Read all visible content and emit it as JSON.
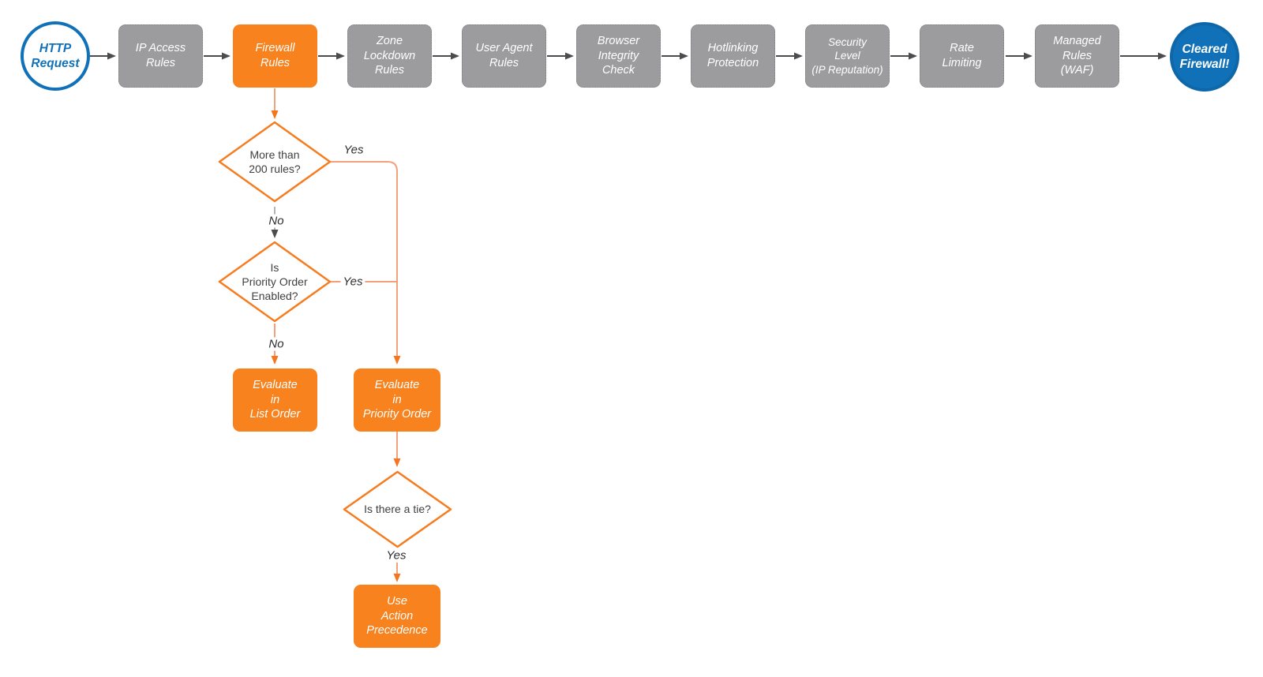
{
  "flow": {
    "start": {
      "label": "HTTP\nRequest",
      "shape": "circle"
    },
    "pipeline": [
      {
        "label": "IP Access\nRules",
        "highlighted": false
      },
      {
        "label": "Firewall\nRules",
        "highlighted": true
      },
      {
        "label": "Zone\nLockdown\nRules",
        "highlighted": false
      },
      {
        "label": "User Agent\nRules",
        "highlighted": false
      },
      {
        "label": "Browser\nIntegrity\nCheck",
        "highlighted": false
      },
      {
        "label": "Hotlinking\nProtection",
        "highlighted": false
      },
      {
        "label": "Security\nLevel\n(IP Reputation)",
        "highlighted": false
      },
      {
        "label": "Rate\nLimiting",
        "highlighted": false
      },
      {
        "label": "Managed\nRules\n(WAF)",
        "highlighted": false
      }
    ],
    "end": {
      "label": "Cleared\nFirewall!",
      "shape": "circle"
    },
    "decisions": [
      {
        "id": "more-than-200-rules",
        "label": "More than\n200 rules?",
        "yes_label": "Yes",
        "no_label": "No"
      },
      {
        "id": "priority-order-enabled",
        "label": "Is\nPriority Order\nEnabled?",
        "yes_label": "Yes",
        "no_label": "No"
      },
      {
        "id": "is-there-a-tie",
        "label": "Is there a tie?",
        "yes_label": "Yes"
      }
    ],
    "actions": [
      {
        "label": "Evaluate\nin\nList Order"
      },
      {
        "label": "Evaluate\nin\nPriority Order"
      },
      {
        "label": "Use\nAction\nPrecedence"
      }
    ],
    "colors": {
      "highlight_orange": "#F7821E",
      "node_gray": "#9C9C9E",
      "accent_blue": "#1071B8",
      "connector_dark": "#4C4C4E",
      "connector_salmon": "#F2A17B",
      "diamond_border": "#F57C1F"
    }
  }
}
